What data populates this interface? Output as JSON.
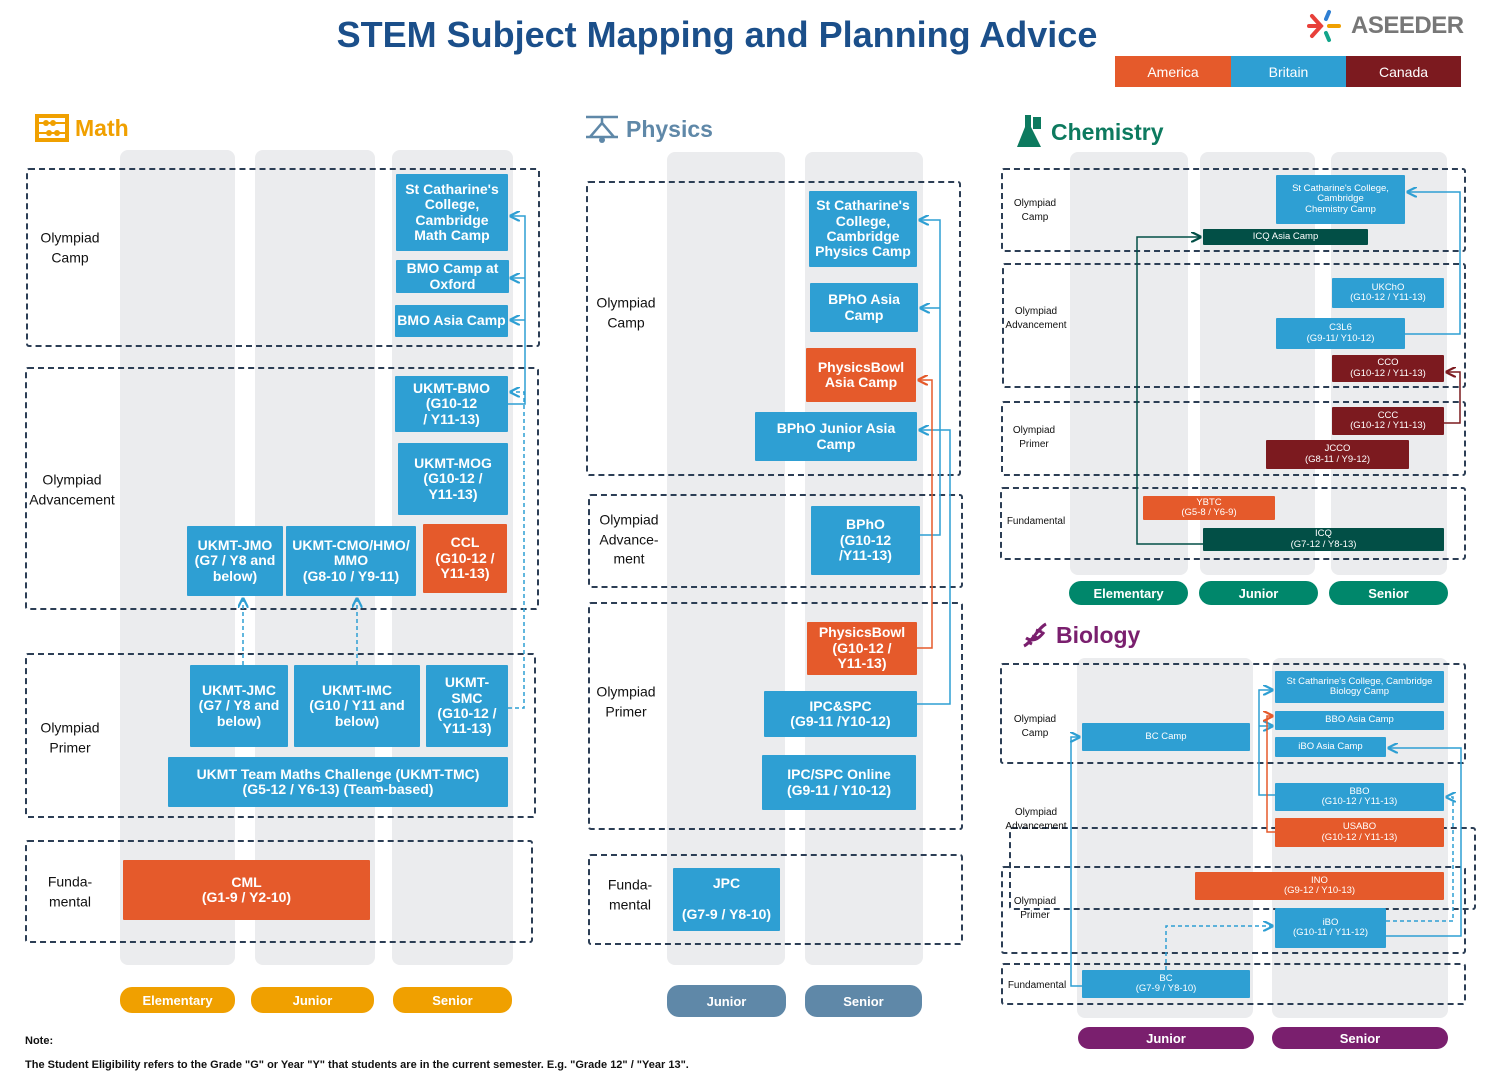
{
  "header": {
    "title": "STEM Subject Mapping and Planning Advice",
    "logo_text": "ASEEDER",
    "legend": [
      {
        "label": "America",
        "color": "#e55a2b"
      },
      {
        "label": "Britain",
        "color": "#2e9fd3"
      },
      {
        "label": "Canada",
        "color": "#7c1a1f"
      }
    ]
  },
  "colors": {
    "blue": "#2e9fd3",
    "orange": "#e55a2b",
    "darkred": "#7c1a1f",
    "darkgreen": "#024f46"
  },
  "math": {
    "title": "Math",
    "color": "#f0a000",
    "levels": [
      "Elementary",
      "Junior",
      "Senior"
    ],
    "rows": [
      "Olympiad\nCamp",
      "Olympiad\nAdvancement",
      "Olympiad\nPrimer",
      "Funda-\nmental"
    ],
    "boxes": [
      {
        "text": "St Catharine's\nCollege,\nCambridge\nMath Camp",
        "color": "blue"
      },
      {
        "text": "BMO Camp at\nOxford",
        "color": "blue"
      },
      {
        "text": "BMO Asia Camp",
        "color": "blue"
      },
      {
        "text": "UKMT-BMO\n(G10-12\n/ Y11-13)",
        "color": "blue"
      },
      {
        "text": "UKMT-MOG\n(G10-12 /\nY11-13)",
        "color": "blue"
      },
      {
        "text": "UKMT-JMO\n(G7 / Y8 and\nbelow)",
        "color": "blue"
      },
      {
        "text": "UKMT-CMO/HMO/\nMMO\n(G8-10 / Y9-11)",
        "color": "blue"
      },
      {
        "text": "CCL\n(G10-12 /\nY11-13)",
        "color": "orange"
      },
      {
        "text": "UKMT-JMC\n(G7 / Y8 and\nbelow)",
        "color": "blue"
      },
      {
        "text": "UKMT-IMC\n(G10 / Y11 and\nbelow)",
        "color": "blue"
      },
      {
        "text": "UKMT-\nSMC\n(G10-12 /\nY11-13)",
        "color": "blue"
      },
      {
        "text": "UKMT Team Maths Challenge (UKMT-TMC)\n(G5-12 / Y6-13) (Team-based)",
        "color": "blue"
      },
      {
        "text": "CML\n(G1-9 / Y2-10)",
        "color": "orange"
      }
    ]
  },
  "physics": {
    "title": "Physics",
    "color": "#5f88a8",
    "levels": [
      "Junior",
      "Senior"
    ],
    "rows": [
      "Olympiad\nCamp",
      "Olympiad\nAdvance-\nment",
      "Olympiad\nPrimer",
      "Funda-\nmental"
    ],
    "boxes": [
      {
        "text": "St Catharine's\nCollege,\nCambridge\nPhysics Camp",
        "color": "blue"
      },
      {
        "text": "BPhO Asia\nCamp",
        "color": "blue"
      },
      {
        "text": "PhysicsBowl\nAsia Camp",
        "color": "orange"
      },
      {
        "text": "BPhO Junior Asia\nCamp",
        "color": "blue"
      },
      {
        "text": "BPhO\n(G10-12\n/Y11-13)",
        "color": "blue"
      },
      {
        "text": "PhysicsBowl\n(G10-12 /\nY11-13)",
        "color": "orange"
      },
      {
        "text": "IPC&SPC\n(G9-11 /Y10-12)",
        "color": "blue"
      },
      {
        "text": "IPC/SPC Online\n(G9-11 / Y10-12)",
        "color": "blue"
      },
      {
        "text": "JPC\n\n(G7-9 / Y8-10)",
        "color": "blue"
      }
    ]
  },
  "chemistry": {
    "title": "Chemistry",
    "color": "#0d7a5f",
    "pill_color": "#00876b",
    "levels": [
      "Elementary",
      "Junior",
      "Senior"
    ],
    "rows": [
      "Olympiad\nCamp",
      "Olympiad\nAdvancement",
      "Olympiad\nPrimer",
      "Fundamental"
    ],
    "boxes": [
      {
        "text": "St Catharine's College,\nCambridge\nChemistry Camp",
        "color": "blue"
      },
      {
        "text": "ICQ Asia Camp",
        "color": "darkgreen"
      },
      {
        "text": "UKChO\n(G10-12 / Y11-13)",
        "color": "blue"
      },
      {
        "text": "C3L6\n(G9-11/ Y10-12)",
        "color": "blue"
      },
      {
        "text": "CCO\n(G10-12 / Y11-13)",
        "color": "darkred"
      },
      {
        "text": "CCC\n(G10-12 / Y11-13)",
        "color": "darkred"
      },
      {
        "text": "JCCO\n(G8-11 / Y9-12)",
        "color": "darkred"
      },
      {
        "text": "YBTC\n(G5-8 / Y6-9)",
        "color": "orange"
      },
      {
        "text": "ICQ\n(G7-12 / Y8-13)",
        "color": "darkgreen"
      }
    ]
  },
  "biology": {
    "title": "Biology",
    "color": "#7a1f6e",
    "levels": [
      "Junior",
      "Senior"
    ],
    "rows": [
      "Olympiad\nCamp",
      "Olympiad\nAdvancement",
      "Olympiad\nPrimer",
      "Fundamental"
    ],
    "boxes": [
      {
        "text": "St Catharine's College, Cambridge\nBiology Camp",
        "color": "blue"
      },
      {
        "text": "BBO Asia Camp",
        "color": "blue"
      },
      {
        "text": "iBO Asia Camp",
        "color": "blue"
      },
      {
        "text": "BC Camp",
        "color": "blue"
      },
      {
        "text": "BBO\n(G10-12 / Y11-13)",
        "color": "blue"
      },
      {
        "text": "USABO\n(G10-12 / Y11-13)",
        "color": "orange"
      },
      {
        "text": "INO\n(G9-12 / Y10-13)",
        "color": "orange"
      },
      {
        "text": "iBO\n(G10-11 / Y11-12)",
        "color": "blue"
      },
      {
        "text": "BC\n(G7-9 / Y8-10)",
        "color": "blue"
      }
    ]
  },
  "note": {
    "heading": "Note:",
    "text": "The Student Eligibility refers to the Grade \"G\" or Year \"Y\" that students are in the current semester. E.g. \"Grade 12\" / \"Year 13\"."
  }
}
